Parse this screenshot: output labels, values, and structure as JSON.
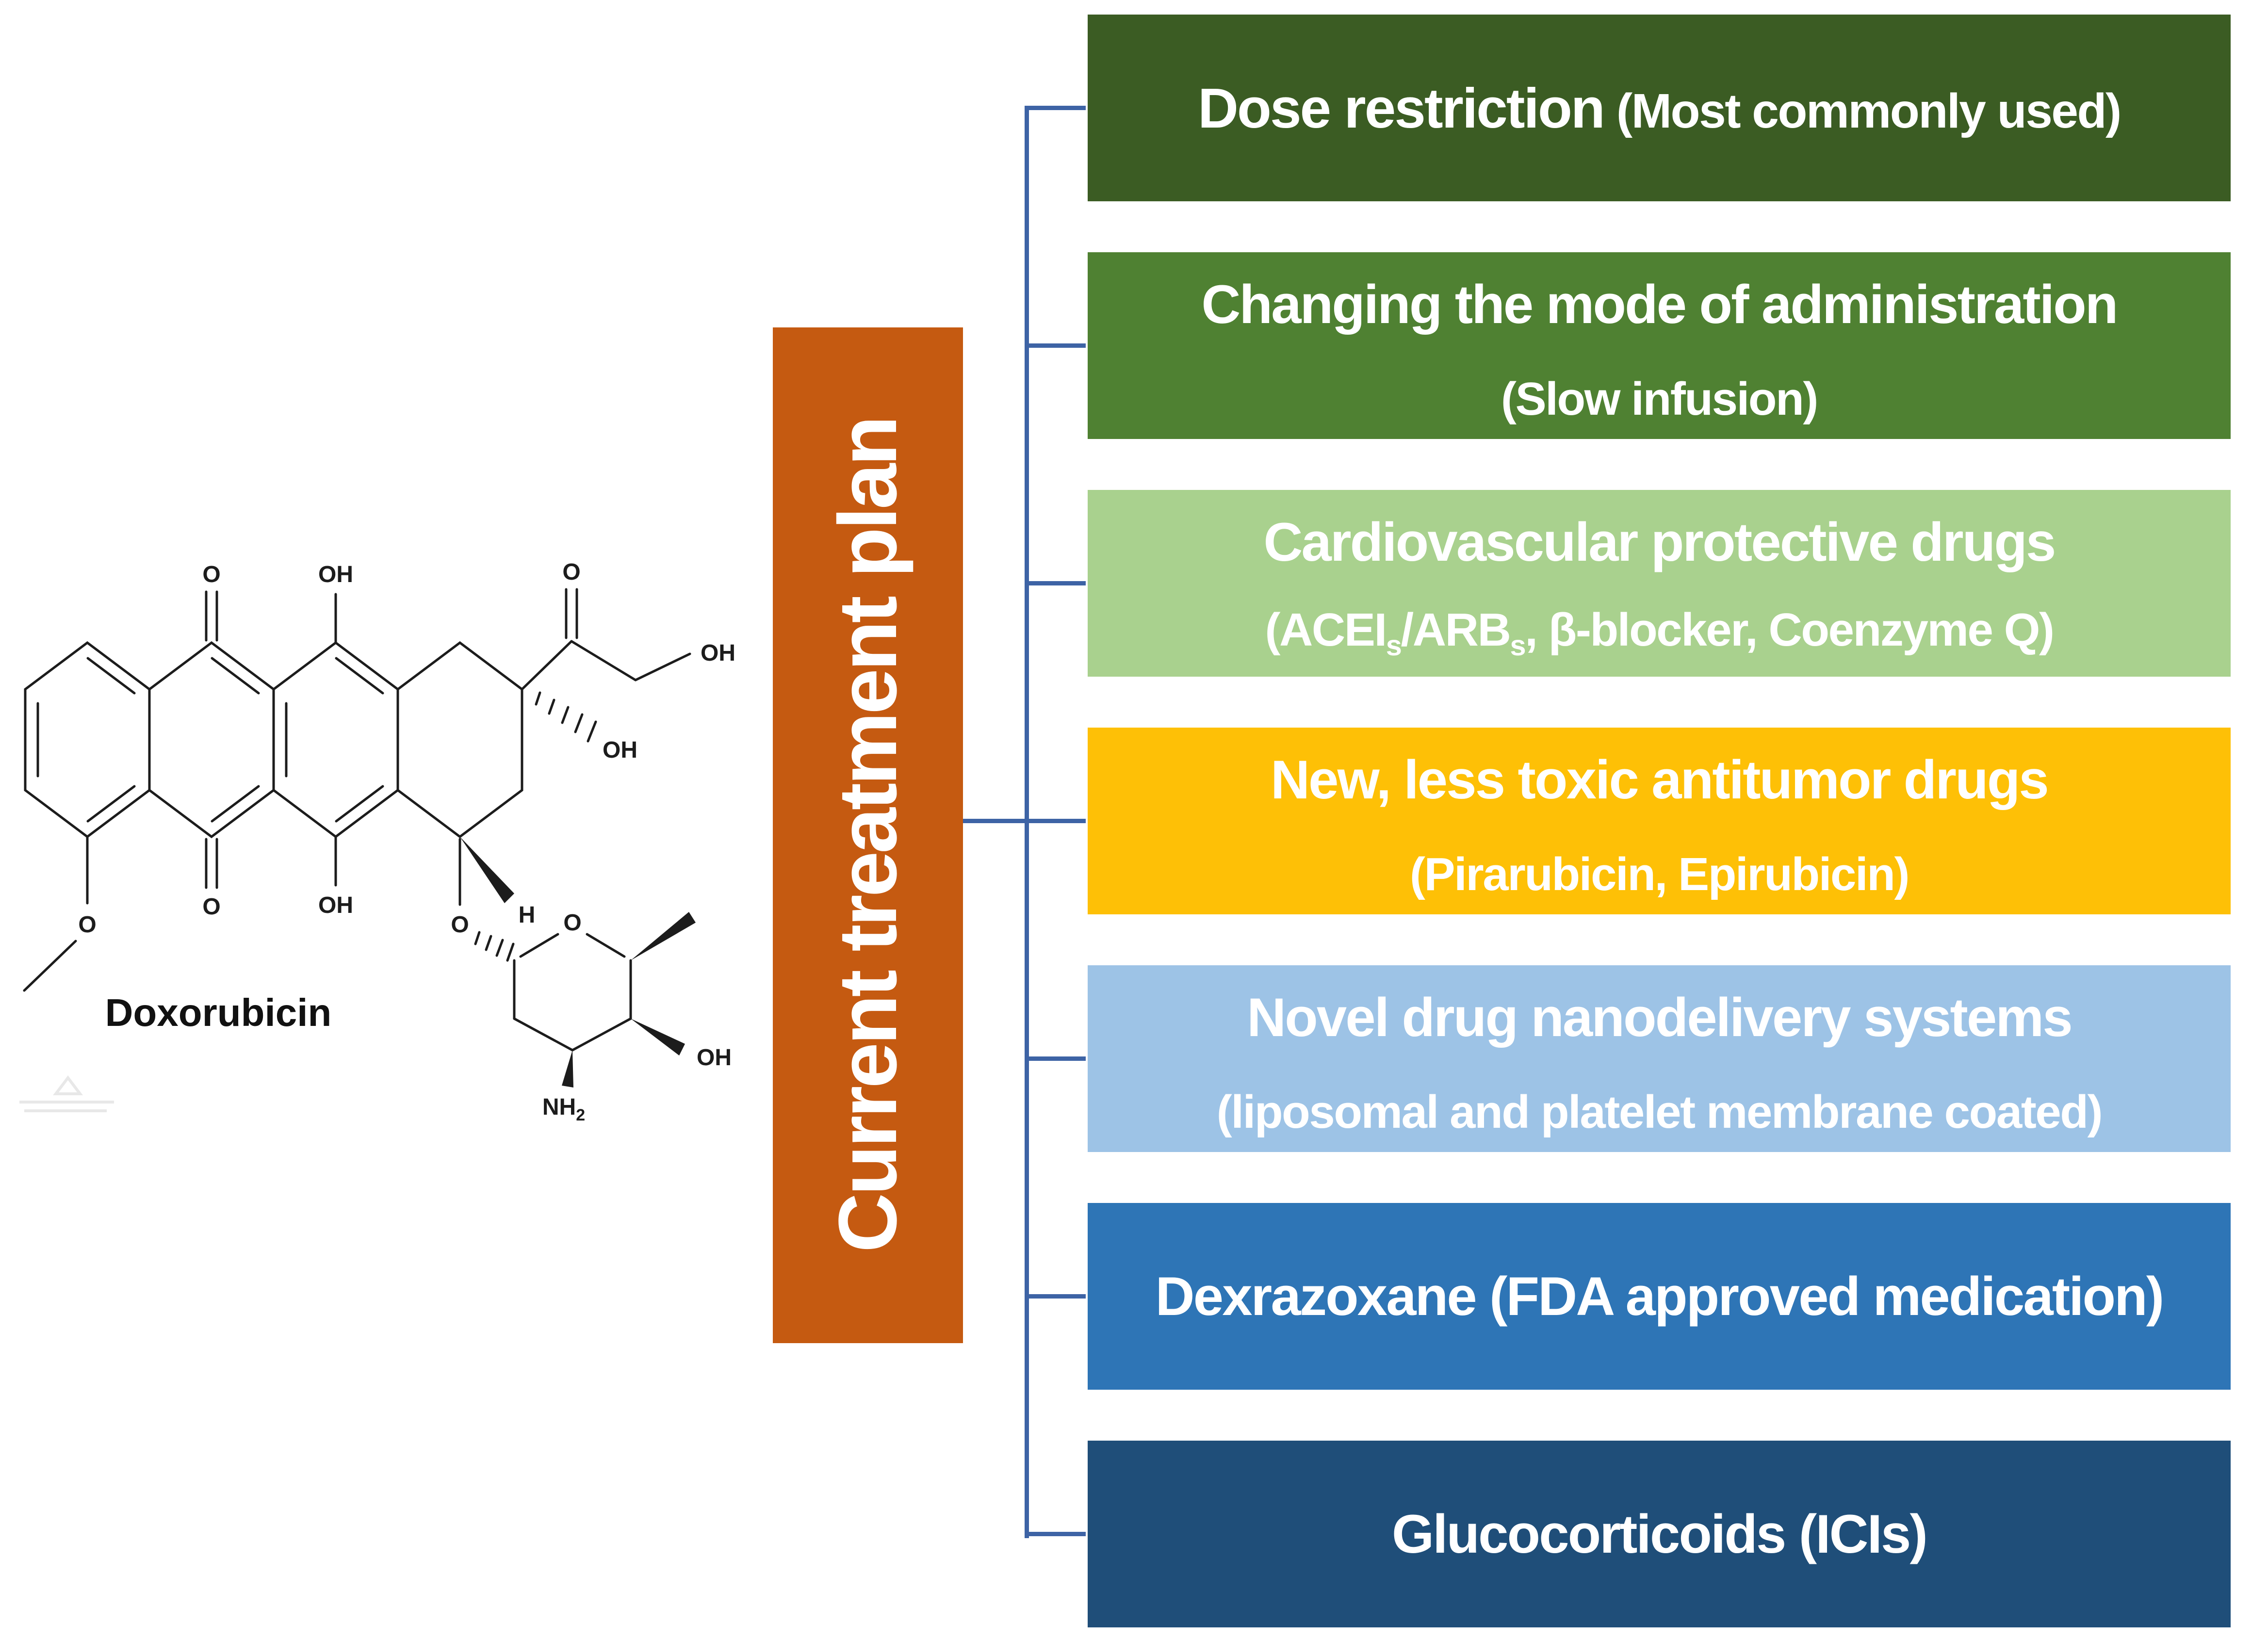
{
  "molecule": {
    "name_label": "Doxorubicin",
    "labels": {
      "o_top_ketone": "O",
      "oh_top": "OH",
      "o_side_ketone": "O",
      "oh_side_end": "OH",
      "oh_c9": "OH",
      "o_methoxy": "O",
      "o_bottom_ketone": "O",
      "oh_bottom": "OH",
      "h_c7": "H",
      "o_glycosidic": "O",
      "o_ring_sugar": "O",
      "oh_sugar": "OH",
      "nh_sugar_base": "NH",
      "nh_sugar_sub": "2"
    }
  },
  "banner": {
    "label": "Current treatment plan",
    "bg": "#c55a11"
  },
  "diagram": {
    "line_color": "#3d63a5"
  },
  "bars": [
    {
      "main": "Dose restriction",
      "sub": "(Most commonly used)",
      "bg": "#3b5c23"
    },
    {
      "main": "Changing the mode of administration",
      "sub": "(Slow infusion)",
      "bg": "#4f8132"
    },
    {
      "main": "Cardiovascular protective drugs",
      "sub_p1": "(ACEI",
      "sub_s1": "s",
      "sub_p2": "/ARB",
      "sub_s2": "s",
      "sub_p3": ", β-blocker, Coenzyme Q)",
      "bg": "#a9d18e"
    },
    {
      "main": "New, less toxic antitumor drugs",
      "sub": "(Pirarubicin, Epirubicin)",
      "bg": "#fec006"
    },
    {
      "main": "Novel drug nanodelivery systems",
      "sub": "(liposomal and platelet membrane coated)",
      "bg": "#9dc3e6"
    },
    {
      "main": "Dexrazoxane (FDA approved medication)",
      "bg": "#2e75b6"
    },
    {
      "main": "Glucocorticoids (ICIs)",
      "bg": "#1f4e79"
    }
  ]
}
